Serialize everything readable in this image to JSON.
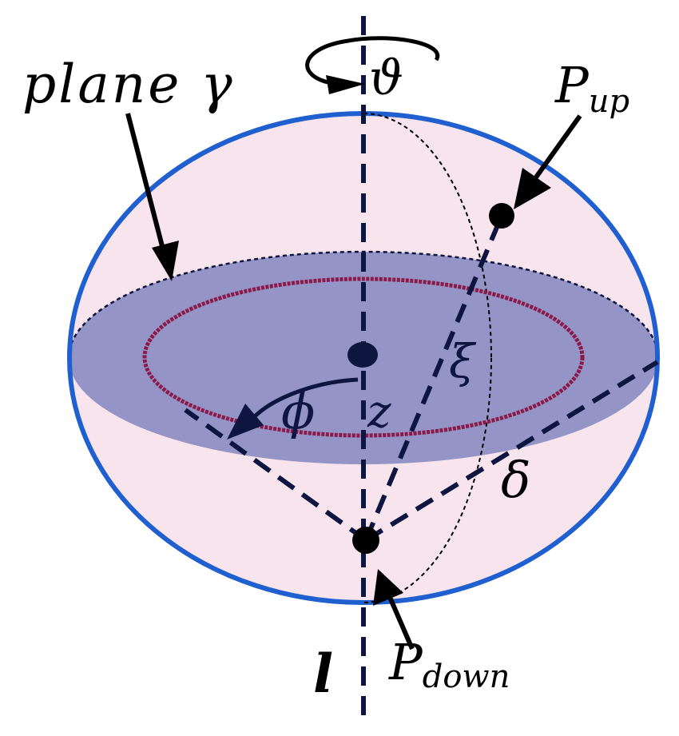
{
  "labels": {
    "plane": "plane γ",
    "theta": "ϑ",
    "p_up_main": "P",
    "p_up_sub": "up",
    "xi": "ξ",
    "phi": "ϕ",
    "z": "z",
    "delta": "δ",
    "p_down_main": "P",
    "p_down_sub": "down",
    "axis": "l"
  },
  "colors": {
    "sphere_outline": "#1f5fcf",
    "sphere_fill": "#f7e4ec",
    "plane_fill": "#9594c6",
    "inner_ellipse": "#8b1a4a",
    "dashed_lines": "#0d1540",
    "arrows": "#000000"
  }
}
